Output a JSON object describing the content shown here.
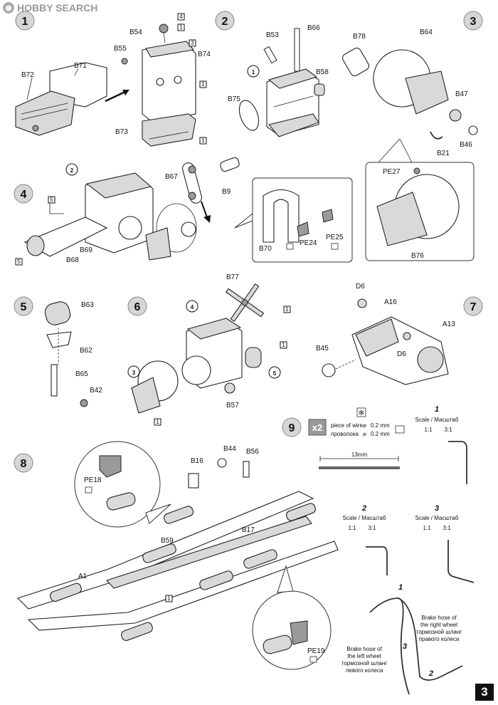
{
  "watermark": {
    "text": "HOBBY SEARCH",
    "icon": "hobby-search-logo-icon"
  },
  "page_number": "3",
  "steps": [
    "1",
    "2",
    "3",
    "4",
    "5",
    "6",
    "7",
    "8",
    "9"
  ],
  "step1": {
    "parts": [
      "B54",
      "B55",
      "B74",
      "B72",
      "B71",
      "B73"
    ],
    "boxes": [
      "4",
      "1",
      "3",
      "1",
      "1"
    ]
  },
  "step2": {
    "parts": [
      "B53",
      "B66",
      "B58",
      "B75"
    ],
    "ref": "1"
  },
  "step3": {
    "parts": [
      "B78",
      "B64",
      "B47",
      "B21",
      "B46",
      "PE27",
      "B76"
    ]
  },
  "step4": {
    "parts": [
      "B67",
      "B9",
      "B69",
      "B68",
      "B70",
      "PE24",
      "PE25"
    ],
    "ref": "2",
    "boxes": [
      "5",
      "5"
    ]
  },
  "step5": {
    "parts": [
      "B63",
      "B62",
      "B65",
      "B42"
    ]
  },
  "step6": {
    "parts": [
      "B77",
      "B57"
    ],
    "refs": [
      "4",
      "3",
      "5"
    ],
    "boxes": [
      "1",
      "1",
      "1"
    ]
  },
  "step7": {
    "parts": [
      "D6",
      "A16",
      "A13",
      "B45",
      "D6"
    ]
  },
  "step8": {
    "parts": [
      "PE18",
      "B16",
      "B44",
      "B56",
      "B59",
      "B17",
      "A1",
      "PE19"
    ],
    "boxes": [
      "1"
    ]
  },
  "step9": {
    "multiplier": "x2",
    "wire_en": "piece of wire",
    "wire_ru": "проволока",
    "diam_en": "0.2 mm",
    "diam_ru": "0.2 mm",
    "length": "13mm",
    "scales": [
      {
        "num": "1",
        "label": "Scale / Масштаб",
        "ratio1": "1:1",
        "ratio2": "3:1"
      },
      {
        "num": "2",
        "label": "Scale / Масштаб",
        "ratio1": "1:1",
        "ratio2": "3:1"
      },
      {
        "num": "3",
        "label": "Scale / Масштаб",
        "ratio1": "1:1",
        "ratio2": "3:1"
      }
    ],
    "right_hose": [
      "Brake hose of",
      "the right wheel",
      "тормозной шланг",
      "правого колеса"
    ],
    "left_hose": [
      "Brake hose of",
      "the left wheel",
      "тормозной шланг",
      "левого колеса"
    ],
    "hose_nums": [
      "1",
      "3",
      "2"
    ]
  }
}
